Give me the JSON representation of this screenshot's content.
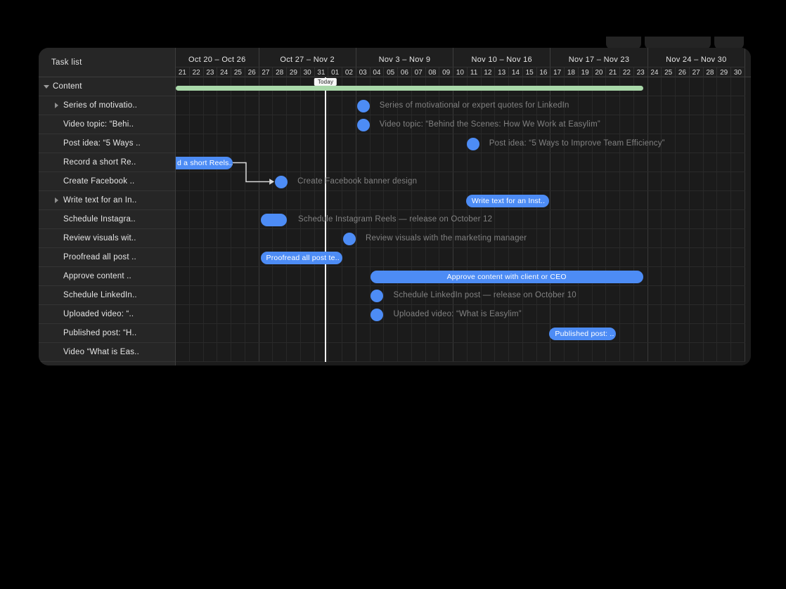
{
  "task_list": {
    "header": "Task list",
    "rows": [
      {
        "label": "Content",
        "chevron": "down",
        "indent": 0
      },
      {
        "label": "Series of motivatio..",
        "chevron": "right",
        "indent": 1
      },
      {
        "label": "Video topic: “Behi..",
        "chevron": null,
        "indent": 1
      },
      {
        "label": "Post idea: “5 Ways ..",
        "chevron": null,
        "indent": 1
      },
      {
        "label": "Record a short Re..",
        "chevron": null,
        "indent": 1
      },
      {
        "label": "Create Facebook ..",
        "chevron": null,
        "indent": 1
      },
      {
        "label": "Write text for an In..",
        "chevron": "right",
        "indent": 1
      },
      {
        "label": "Schedule Instagra..",
        "chevron": null,
        "indent": 1
      },
      {
        "label": "Review visuals wit..",
        "chevron": null,
        "indent": 1
      },
      {
        "label": "Proofread all post ..",
        "chevron": null,
        "indent": 1
      },
      {
        "label": "Approve content ..",
        "chevron": null,
        "indent": 1
      },
      {
        "label": "Schedule LinkedIn..",
        "chevron": null,
        "indent": 1
      },
      {
        "label": "Uploaded video: “..",
        "chevron": null,
        "indent": 1
      },
      {
        "label": "Published post: “H..",
        "chevron": null,
        "indent": 1
      },
      {
        "label": "Video “What is Eas..",
        "chevron": null,
        "indent": 1
      }
    ]
  },
  "timeline": {
    "weeks": [
      {
        "label": "Oct 20 – Oct 26",
        "days": [
          "21",
          "22",
          "23",
          "24",
          "25",
          "26"
        ]
      },
      {
        "label": "Oct 27 – Nov 2",
        "days": [
          "27",
          "28",
          "29",
          "30",
          "31",
          "01",
          "02"
        ]
      },
      {
        "label": "Nov 3 – Nov 9",
        "days": [
          "03",
          "04",
          "05",
          "06",
          "07",
          "08",
          "09"
        ]
      },
      {
        "label": "Nov 10 – Nov 16",
        "days": [
          "10",
          "11",
          "12",
          "13",
          "14",
          "15",
          "16"
        ]
      },
      {
        "label": "Nov 17 – Nov 23",
        "days": [
          "17",
          "18",
          "19",
          "20",
          "21",
          "22",
          "23"
        ]
      },
      {
        "label": "Nov 24 – Nov 30",
        "days": [
          "24",
          "25",
          "26",
          "27",
          "28",
          "29",
          "30"
        ]
      }
    ],
    "today": {
      "label": "Today",
      "day": 10.78
    }
  },
  "gantt": {
    "bars": [
      {
        "row": 0,
        "type": "project",
        "start_day": 0,
        "end_day": 33.65
      },
      {
        "row": 1,
        "type": "milestone",
        "day": 13.5,
        "label": "Series of motivational or expert quotes for LinkedIn"
      },
      {
        "row": 2,
        "type": "milestone",
        "day": 13.5,
        "label": "Video topic: “Behind the Scenes: How We Work at Easylim”"
      },
      {
        "row": 3,
        "type": "milestone",
        "day": 21.4,
        "label": "Post idea: “5 Ways to Improve Team Efficiency”"
      },
      {
        "row": 4,
        "type": "bar",
        "start_day": -1,
        "end_day": 4.1,
        "clipped_left": true,
        "bar_text": "d a short Reels.."
      },
      {
        "row": 5,
        "type": "milestone",
        "day": 7.6,
        "label": "Create Facebook banner design"
      },
      {
        "row": 6,
        "type": "bar",
        "start_day": 20.9,
        "end_day": 26.9,
        "bar_text": "Write text for an Inst.."
      },
      {
        "row": 7,
        "type": "bar",
        "start_day": 6.1,
        "end_day": 8.0,
        "label": "Schedule Instagram Reels — release on October 12"
      },
      {
        "row": 8,
        "type": "milestone",
        "day": 12.5,
        "label": "Review visuals with the marketing manager"
      },
      {
        "row": 9,
        "type": "bar",
        "start_day": 6.1,
        "end_day": 12.0,
        "bar_text": "Proofread all post te.."
      },
      {
        "row": 10,
        "type": "bar",
        "start_day": 14.0,
        "end_day": 33.65,
        "bar_text": "Approve content with client or CEO"
      },
      {
        "row": 11,
        "type": "milestone",
        "day": 14.5,
        "label": "Schedule LinkedIn post — release on October 10"
      },
      {
        "row": 12,
        "type": "milestone",
        "day": 14.5,
        "label": "Uploaded video: “What is Easylim”"
      },
      {
        "row": 13,
        "type": "bar",
        "start_day": 26.9,
        "end_day": 31.7,
        "bar_text": "Published post: .."
      }
    ],
    "dependency": {
      "from_row": 4,
      "to_row": 5
    }
  },
  "colors": {
    "task_bar": "#4d8cf5",
    "project_bar": "#a9d8a9",
    "outside_label": "#828282",
    "today_line": "#f2f2f2",
    "dependency_arrow": "#d9d9d9"
  }
}
